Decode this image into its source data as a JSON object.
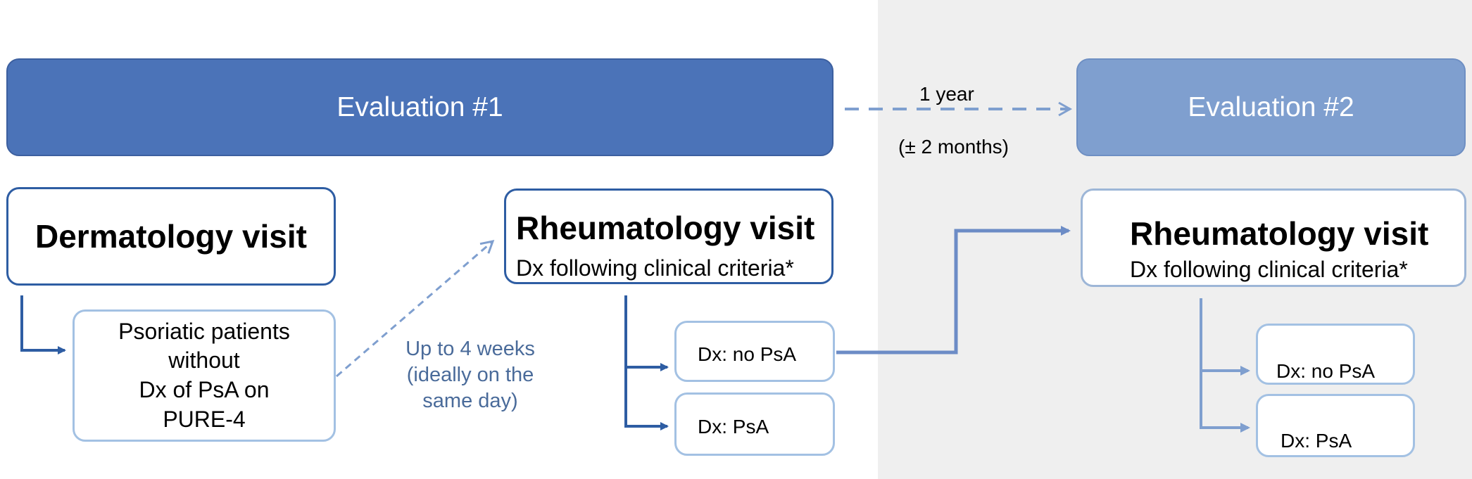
{
  "evaluation1": {
    "label": "Evaluation #1"
  },
  "evaluation2": {
    "label": "Evaluation #2"
  },
  "interval": {
    "line1": "1 year",
    "line2": "(± 2 months)"
  },
  "dermatology": {
    "title": "Dermatology visit"
  },
  "patients": {
    "lines": [
      "Psoriatic patients",
      "without",
      "Dx of PsA on",
      "PURE-4"
    ]
  },
  "delay_note": {
    "lines": [
      "Up to 4 weeks",
      "(ideally on the",
      "same day)"
    ]
  },
  "rheum1": {
    "title": "Rheumatology visit",
    "subtitle": "Dx following clinical criteria*"
  },
  "rheum1_outcomes": {
    "no_psa": "Dx: no PsA",
    "psa": "Dx: PsA"
  },
  "rheum2": {
    "title": "Rheumatology visit",
    "subtitle": "Dx following clinical criteria*"
  },
  "rheum2_outcomes": {
    "no_psa": "Dx: no PsA",
    "psa": "Dx: PsA"
  },
  "colors": {
    "banner1": "#4b73b8",
    "banner2": "#7f9fcf",
    "dark_border": "#2e5da3",
    "light_border": "#a3c1e3",
    "panel": "#efefef"
  }
}
